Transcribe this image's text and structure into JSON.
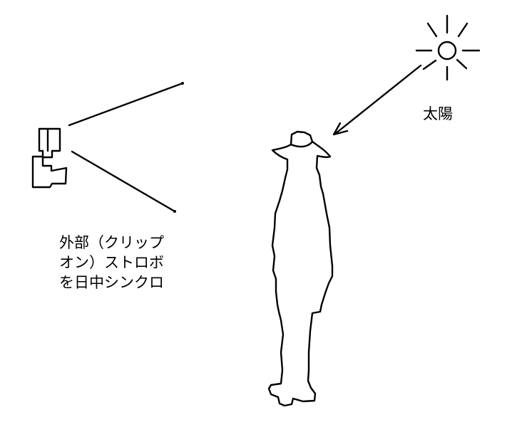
{
  "labels": {
    "sun": "太陽",
    "strobe_lines": [
      "外部（クリップ",
      "オン）ストロボ",
      "を日中シンクロ"
    ]
  },
  "icons": [
    "sun-icon",
    "camera-flash-icon",
    "person-silhouette-icon"
  ],
  "colors": {
    "ink": "#000000",
    "background": "#ffffff"
  }
}
